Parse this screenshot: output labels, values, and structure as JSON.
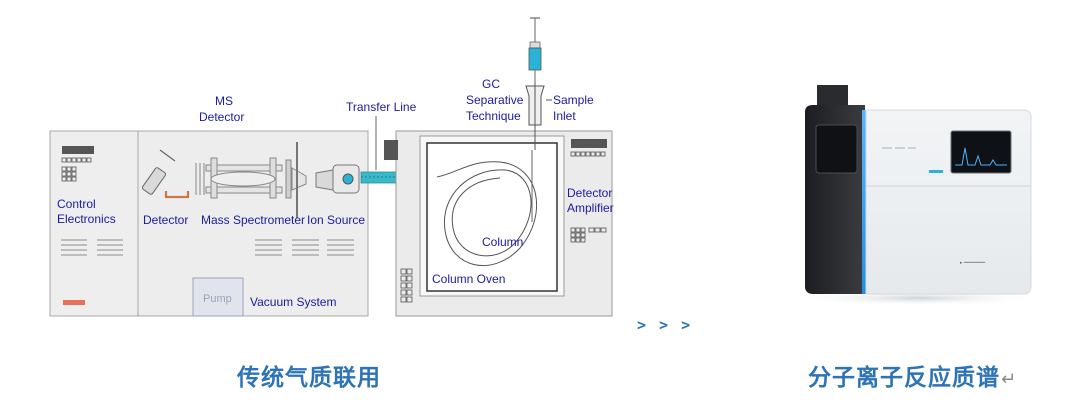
{
  "diagram": {
    "labels": {
      "ms_detector_line1": "MS",
      "ms_detector_line2": "Detector",
      "transfer_line": "Transfer Line",
      "gc_line1": "GC",
      "gc_line2": "Separative",
      "gc_line3": "Technique",
      "sample_inlet_line1": "Sample",
      "sample_inlet_line2": "Inlet",
      "control_line1": "Control",
      "control_line2": "Electronics",
      "detector": "Detector",
      "mass_spectrometer": "Mass Spectrometer",
      "ion_source": "Ion Source",
      "column": "Column",
      "column_oven": "Column Oven",
      "detector_amp_line1": "Detector",
      "detector_amp_line2": "Amplifier",
      "pump": "Pump",
      "vacuum_system": "Vacuum System"
    }
  },
  "arrows": "> > >",
  "captions": {
    "left": "传统气质联用",
    "right": "分子离子反应质谱",
    "return_mark": "↵"
  },
  "colors": {
    "caption": "#2e74b5",
    "arrows": "#2e74b5",
    "label_text": "#1a1aa6",
    "transfer_line": "#38b8c8",
    "syringe": "#2ab3d6",
    "indicator_red": "#e8705a",
    "instrument_accent": "#1f8fe0"
  }
}
